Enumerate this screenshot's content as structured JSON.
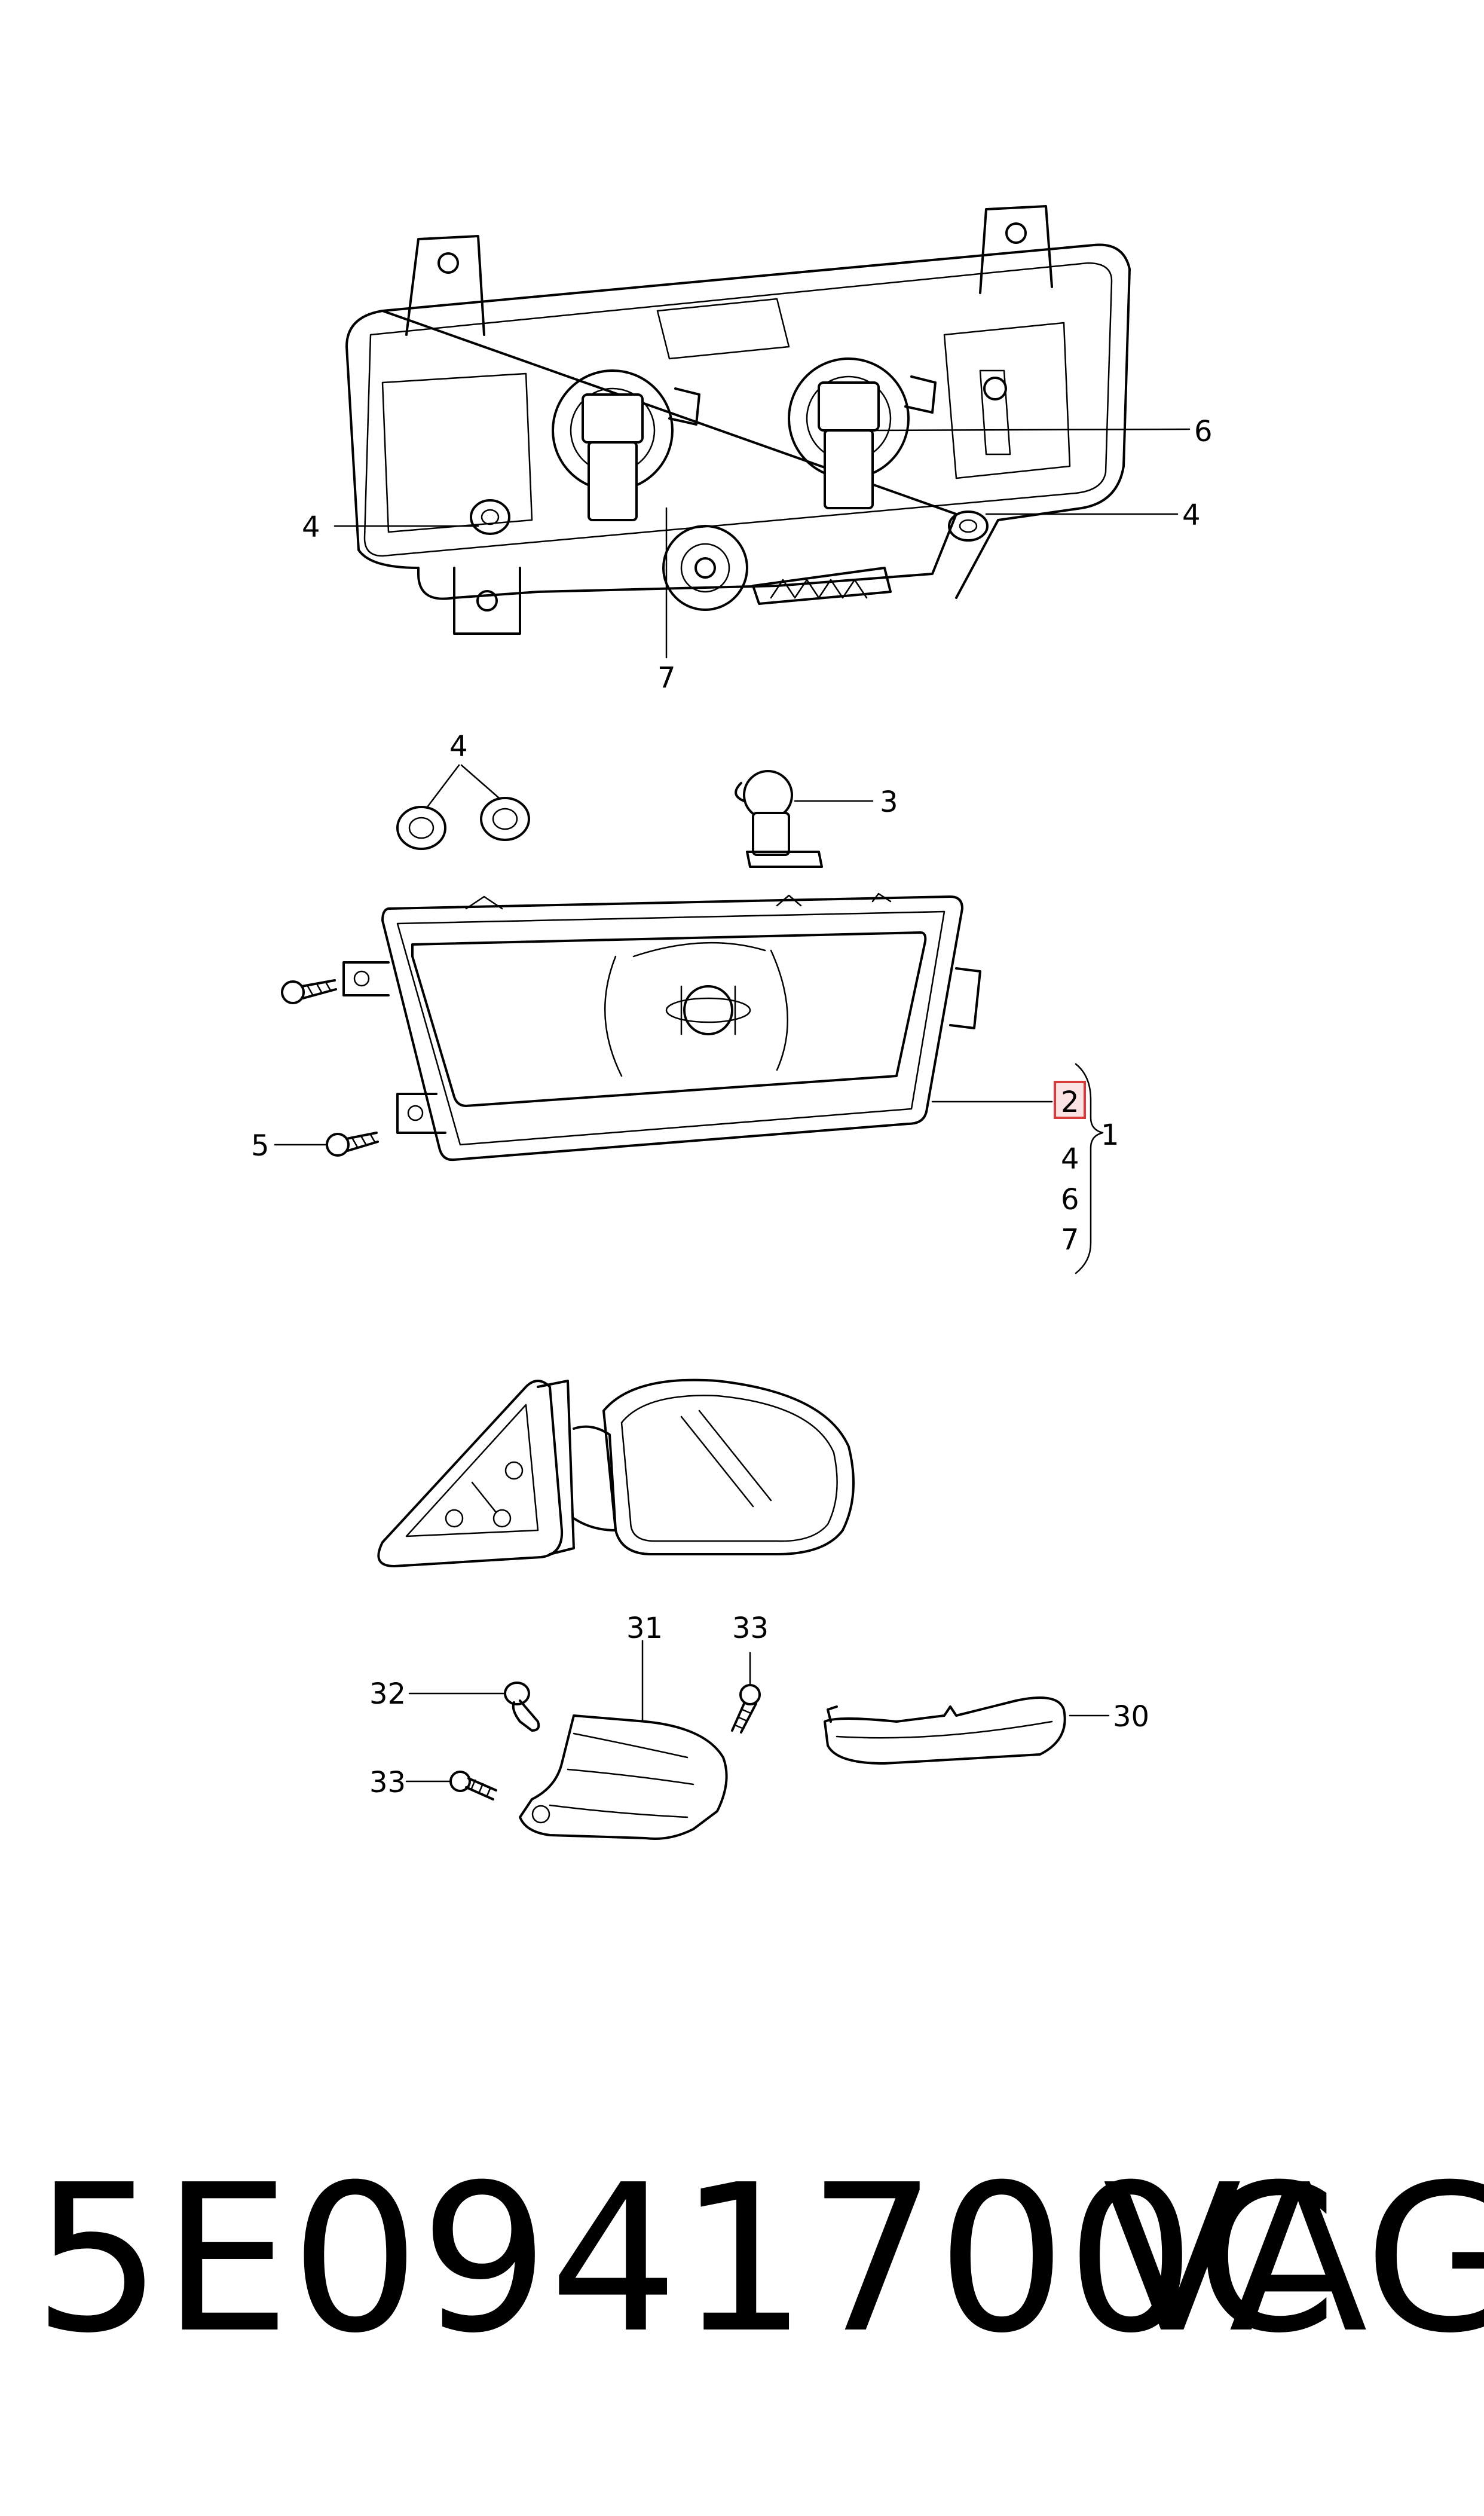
{
  "callouts": {
    "c4_top_left": "4",
    "c6_top": "6",
    "c4_top_right": "4",
    "c7_top": "7",
    "c4_grommets": "4",
    "c3_bulb": "3",
    "c5_screw": "5",
    "c2_highlight": "2",
    "c1_assembly": "1",
    "c4_list": "4",
    "c6_list": "6",
    "c7_list": "7",
    "c31_bracket": "31",
    "c33_top": "33",
    "c32_clip": "32",
    "c33_left": "33",
    "c30_trim": "30"
  },
  "footer": {
    "part_number": "5E0941700C",
    "brand": "VAG"
  },
  "colors": {
    "line": "#000000",
    "highlight_fill": "#fbe3e3",
    "highlight_border": "#d93b3b",
    "background": "#ffffff"
  }
}
